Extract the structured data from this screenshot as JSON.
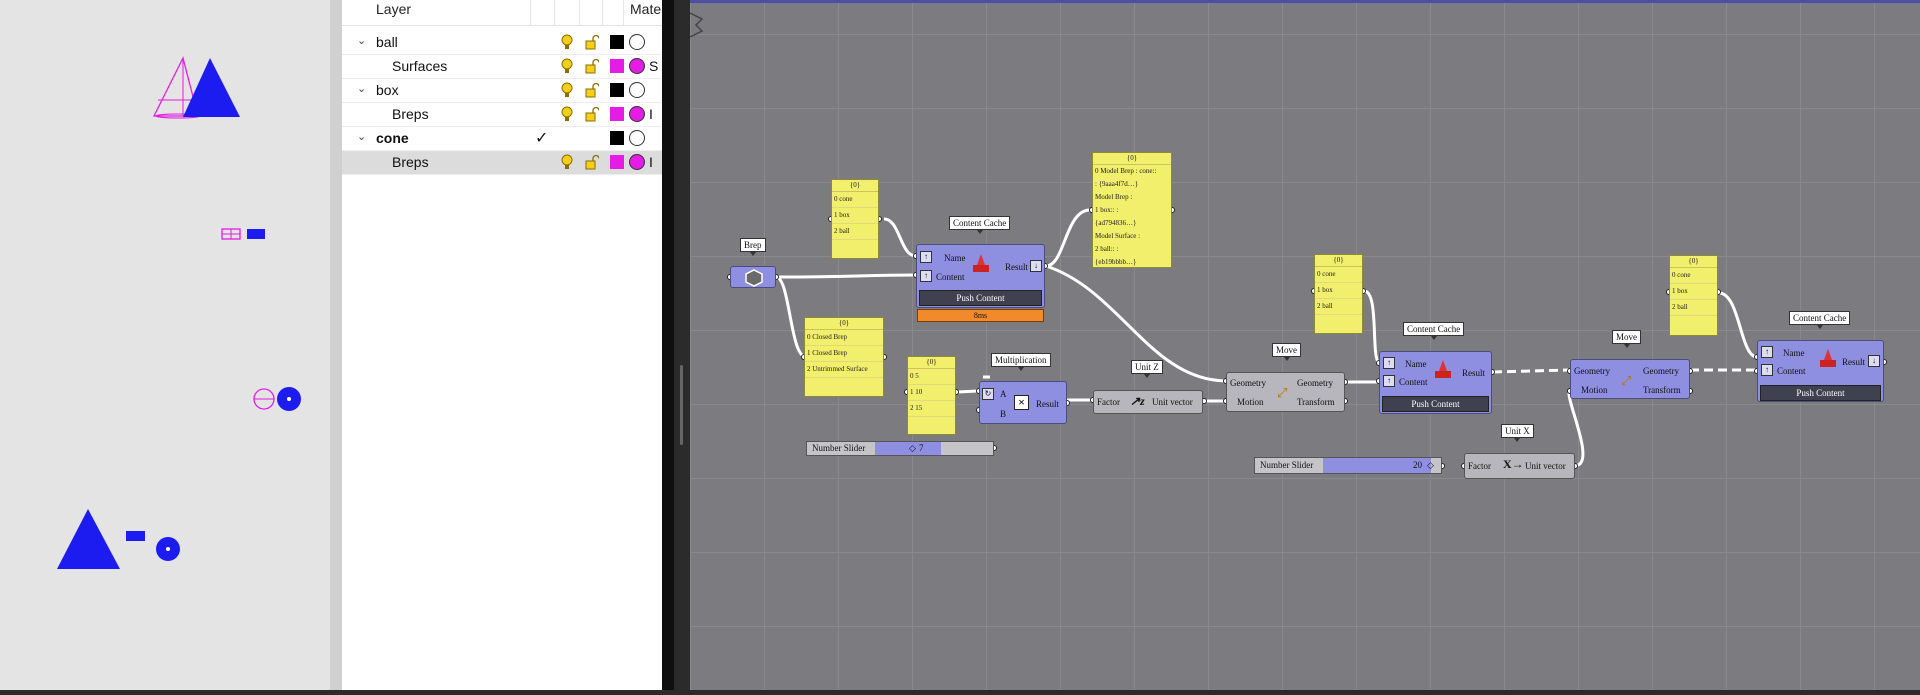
{
  "layers": {
    "header": {
      "layer": "Layer",
      "material": "Mate"
    },
    "rows": [
      {
        "name": "ball",
        "indent": false,
        "bold": false,
        "expanded": true,
        "swatch": "#000000",
        "material_color": "#ffffff",
        "material_text": ""
      },
      {
        "name": "Surfaces",
        "indent": true,
        "bold": false,
        "swatch": "#e41ce4",
        "material_color": "#e41ce4",
        "material_text": "S"
      },
      {
        "name": "box",
        "indent": false,
        "bold": false,
        "expanded": true,
        "swatch": "#000000",
        "material_color": "#ffffff",
        "material_text": ""
      },
      {
        "name": "Breps",
        "indent": true,
        "bold": false,
        "swatch": "#e41ce4",
        "material_color": "#e41ce4",
        "material_text": "I"
      },
      {
        "name": "cone",
        "indent": false,
        "bold": true,
        "expanded": true,
        "current": true,
        "swatch": "#000000",
        "material_color": "#ffffff",
        "material_text": ""
      },
      {
        "name": "Breps",
        "indent": true,
        "bold": false,
        "selected": true,
        "swatch": "#e41ce4",
        "material_color": "#e41ce4",
        "material_text": "I"
      }
    ],
    "current_mark": "✓"
  },
  "canvas": {
    "brep_tag": "Brep",
    "cache1": {
      "tag": "Content Cache",
      "name": "Name",
      "content": "Content",
      "result": "Result",
      "push": "Push Content",
      "timer": "8ms"
    },
    "panel_names1": {
      "header": "{0}",
      "rows": [
        "0 cone",
        "1 box",
        "2 ball"
      ]
    },
    "panel_types": {
      "header": "{0}",
      "rows": [
        "0 Closed Brep",
        "1 Closed Brep",
        "2 Untrimmed Surface"
      ]
    },
    "panel_model": {
      "header": "{0}",
      "lines": [
        "0 Model Brep : cone::",
        ": {9aaa4f7d…}",
        "Model Brep :",
        "1 box:: :",
        "{ad794836…}",
        "Model Surface :",
        "2 ball:: :",
        "{eb19bbbb…}"
      ]
    },
    "panel_nums": {
      "header": "{0}",
      "rows": [
        "0 5",
        "1 10",
        "2 15"
      ]
    },
    "mult": {
      "tag": "Multiplication",
      "a": "A",
      "b": "B",
      "result": "Result"
    },
    "slider1": {
      "label": "Number Slider",
      "value": "7",
      "fill": 0.55
    },
    "unitz": {
      "tag": "Unit Z",
      "factor": "Factor",
      "out": "Unit vector"
    },
    "move1": {
      "tag": "Move",
      "geometry_in": "Geometry",
      "motion": "Motion",
      "geometry_out": "Geometry",
      "transform": "Transform"
    },
    "panel_names2": {
      "header": "{0}",
      "rows": [
        "0 cone",
        "1 box",
        "2 ball"
      ]
    },
    "cache2": {
      "tag": "Content Cache",
      "name": "Name",
      "content": "Content",
      "result": "Result",
      "push": "Push Content"
    },
    "slider2": {
      "label": "Number Slider",
      "value": "20",
      "fill": 0.9
    },
    "unitx": {
      "tag": "Unit X",
      "factor": "Factor",
      "out": "Unit vector"
    },
    "move2": {
      "tag": "Move",
      "geometry_in": "Geometry",
      "motion": "Motion",
      "geometry_out": "Geometry",
      "transform": "Transform"
    },
    "panel_names3": {
      "header": "{0}",
      "rows": [
        "0 cone",
        "1 box",
        "2 ball"
      ]
    },
    "cache3": {
      "tag": "Content Cache",
      "name": "Name",
      "content": "Content",
      "result": "Result",
      "push": "Push Content"
    }
  },
  "colors": {
    "accent_blue": "#1c1cf0",
    "magenta": "#e41ce4",
    "component": "#8e8fe0",
    "panel": "#f2ef6d",
    "canvas": "#7b7b80"
  }
}
